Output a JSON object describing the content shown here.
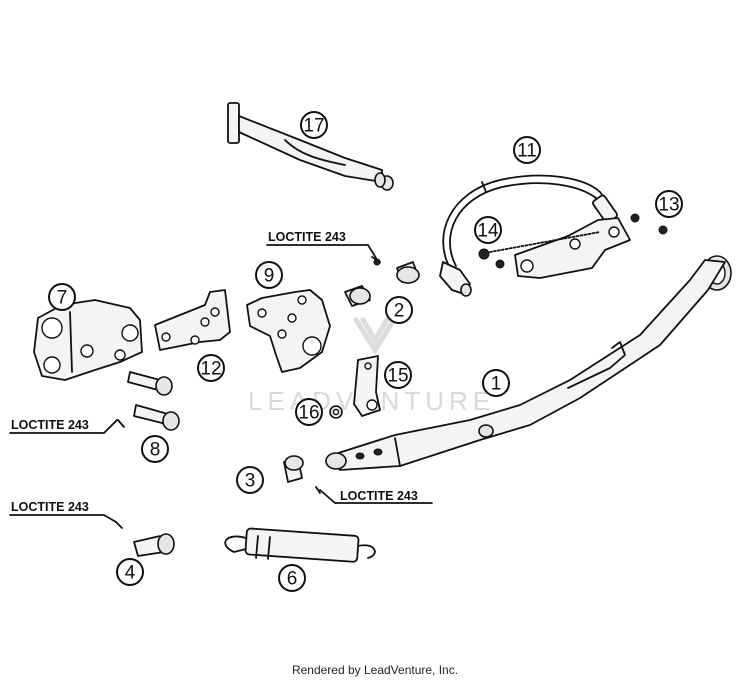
{
  "diagram": {
    "part_callouts": [
      "1",
      "2",
      "3",
      "4",
      "6",
      "7",
      "8",
      "9",
      "11",
      "12",
      "13",
      "14",
      "15",
      "16",
      "17"
    ],
    "loctite_labels": [
      "LOCTITE 243",
      "LOCTITE 243",
      "LOCTITE 243",
      "LOCTITE 243"
    ],
    "watermark": "LEADVENTURE",
    "credit": "Rendered by LeadVenture, Inc."
  }
}
